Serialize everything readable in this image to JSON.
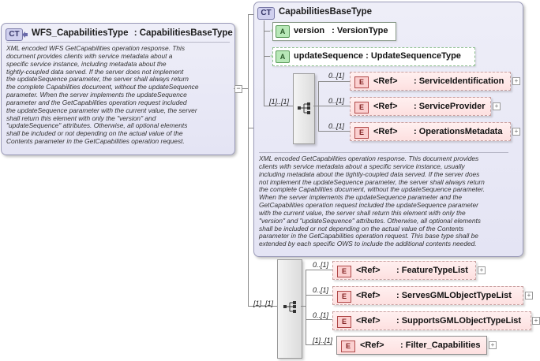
{
  "root": {
    "badge": "CT",
    "name": "WFS_CapabilitiesType",
    "base_separator": ":",
    "base_type": "CapabilitiesBaseType",
    "documentation_lines": [
      "XML encoded WFS GetCapabilities operation response. This",
      "document provides clients with service metadata about a",
      "specific service instance, including metadata about the",
      "tightly-coupled data served. If the server does not implement",
      "the updateSequence parameter, the server shall always return",
      "the complete Capabilities document, without the updateSequence",
      "parameter. When the server implements the updateSequence",
      "parameter and the GetCapabilities operation request included",
      "the updateSequence parameter with the current value, the server",
      "shall return this element with only the \"version\" and",
      "\"updateSequence\" attributes. Otherwise, all optional elements",
      "shall be included or not depending on the actual value of the",
      "Contents parameter in the GetCapabilities operation request."
    ]
  },
  "base": {
    "badge": "CT",
    "name": "CapabilitiesBaseType",
    "attributes": [
      {
        "badge": "A",
        "name": "version",
        "type": "VersionType"
      },
      {
        "badge": "A",
        "name": "updateSequence",
        "type": "UpdateSequenceType"
      }
    ],
    "sequence_occurrence": "[1]..[1]",
    "elements": [
      {
        "occurrence": "0..[1]",
        "badge": "E",
        "ref": "<Ref>",
        "name": ": ServiceIdentification"
      },
      {
        "occurrence": "0..[1]",
        "badge": "E",
        "ref": "<Ref>",
        "name": ": ServiceProvider"
      },
      {
        "occurrence": "0..[1]",
        "badge": "E",
        "ref": "<Ref>",
        "name": ": OperationsMetadata"
      }
    ],
    "documentation_lines": [
      "XML encoded GetCapabilities operation response. This document provides",
      "clients with service metadata about a specific service instance, usually",
      "including metadata about the tightly-coupled data served. If the server does",
      "not implement the updateSequence parameter, the server shall always return",
      "the complete Capabilities document, without the updateSequence parameter.",
      "When the server implements the updateSequence parameter and the",
      "GetCapabilities operation request included the updateSequence parameter",
      "with the current value, the server shall return this element with only the",
      "\"version\" and \"updateSequence\" attributes. Otherwise, all optional elements",
      "shall be included or not depending on the actual value of the Contents",
      "parameter in the GetCapabilities operation request. This base type shall be",
      "extended by each specific OWS to include the additional contents needed."
    ]
  },
  "extension": {
    "sequence_occurrence": "[1]..[1]",
    "elements": [
      {
        "occurrence": "0..[1]",
        "badge": "E",
        "ref": "<Ref>",
        "name": ": FeatureTypeList"
      },
      {
        "occurrence": "0..[1]",
        "badge": "E",
        "ref": "<Ref>",
        "name": ": ServesGMLObjectTypeList"
      },
      {
        "occurrence": "0..[1]",
        "badge": "E",
        "ref": "<Ref>",
        "name": ": SupportsGMLObjectTypeList"
      },
      {
        "occurrence": "[1]..[1]",
        "badge": "E",
        "ref": "<Ref>",
        "name": ": Filter_Capabilities"
      }
    ]
  },
  "icons": {
    "expand": "+",
    "collapse": "−",
    "sequence": "sequence-icon",
    "derived": "derived-arrow-icon"
  },
  "colors": {
    "complex_type_fill": "#e6e6f6",
    "attribute_badge": "#b8e8b8",
    "element_fill": "#fde4e4",
    "element_badge": "#fbd0d0"
  }
}
